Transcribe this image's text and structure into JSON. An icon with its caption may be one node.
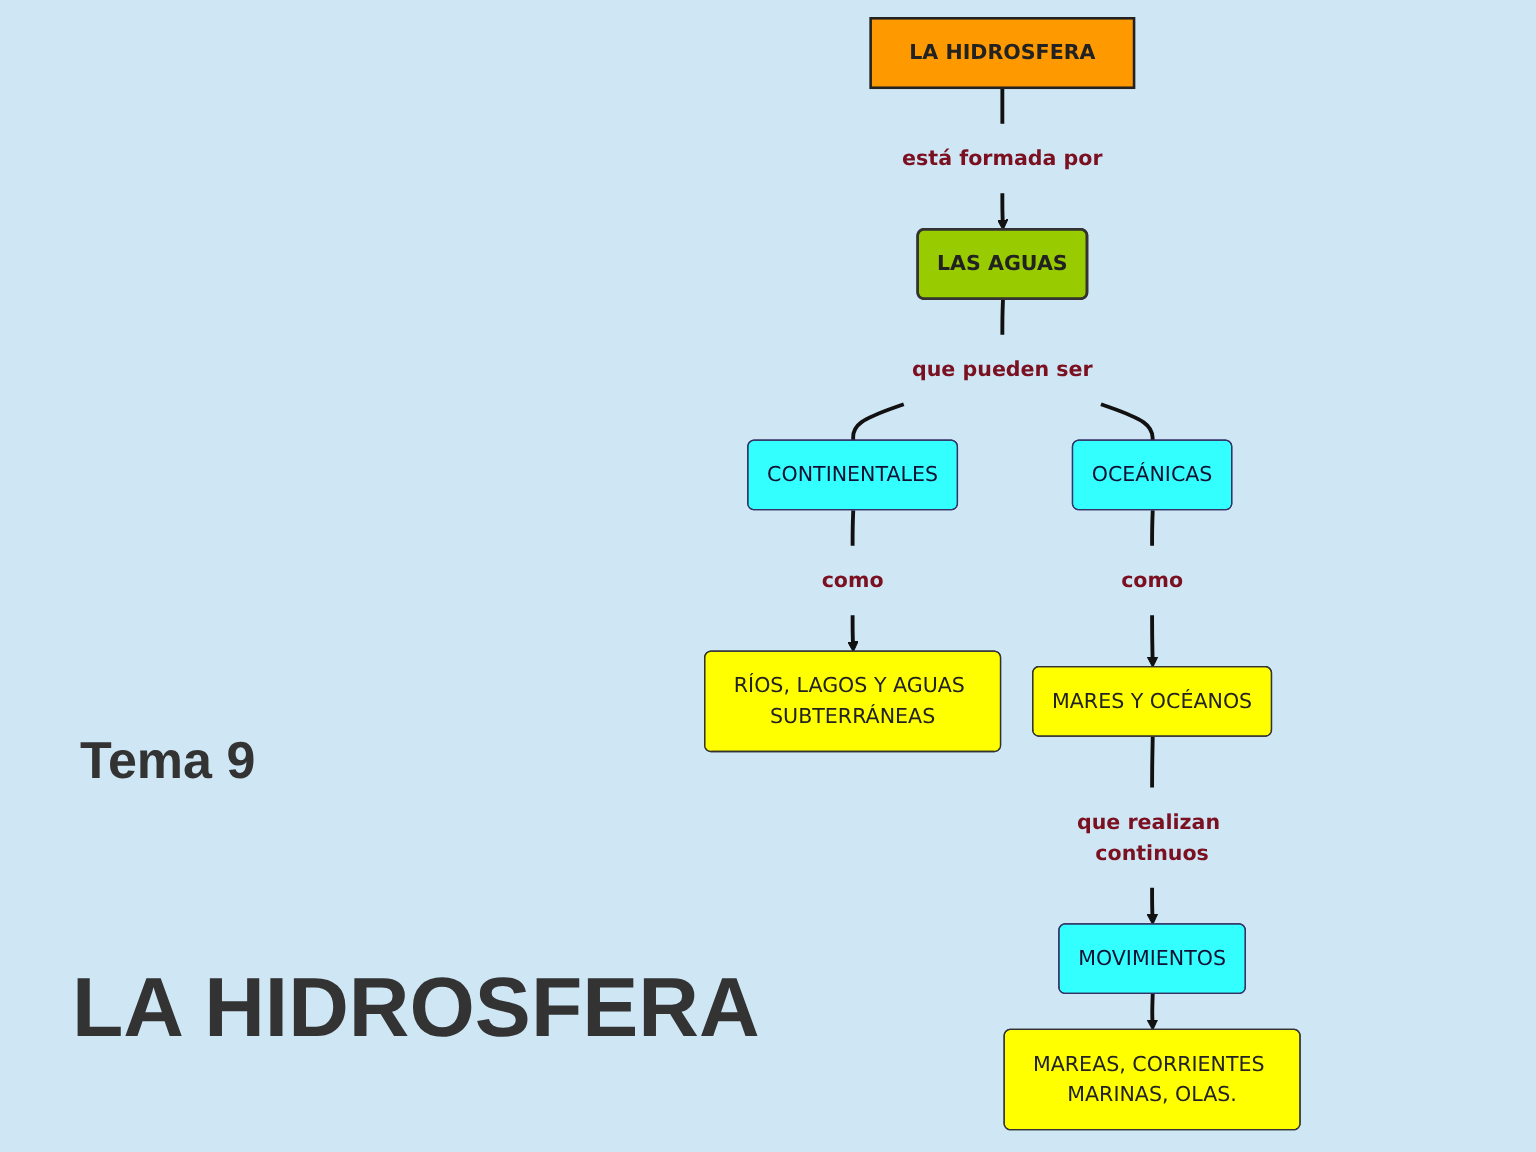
{
  "diagram": {
    "title": "LA HIDROSFERA",
    "nodes": [
      {
        "text": [
          "LA HIDROSFERA"
        ]
      },
      {
        "text": [
          "está formada por"
        ]
      },
      {
        "text": [
          "LAS AGUAS"
        ]
      },
      {
        "text": [
          "que pueden ser"
        ]
      },
      {
        "text": [
          "CONTINENTALES"
        ]
      },
      {
        "text": [
          "OCEÁNICAS"
        ]
      },
      {
        "text": [
          "como"
        ]
      },
      {
        "text": [
          "RÍOS, LAGOS Y AGUAS SUBTERRÁNEAS"
        ]
      },
      {
        "text": [
          "como"
        ]
      },
      {
        "text": [
          "MARES Y OCÉANOS"
        ]
      },
      {
        "text": [
          "que realizan continuos"
        ]
      },
      {
        "text": [
          "MOVIMIENTOS"
        ]
      },
      {
        "text": [
          "MAREAS, CORRIENTES MARINAS, OLAS."
        ]
      }
    ],
    "edges": [
      {
        "from": 0,
        "to": 1,
        "arrow": "none"
      },
      {
        "from": 1,
        "to": 2,
        "arrow": "to"
      },
      {
        "from": 2,
        "to": 3,
        "arrow": "none"
      },
      {
        "from": 3,
        "to": 4,
        "arrow": "none"
      },
      {
        "from": 3,
        "to": 5,
        "arrow": "none"
      },
      {
        "from": 4,
        "to": 6,
        "arrow": "none"
      },
      {
        "from": 6,
        "to": 7,
        "arrow": "to"
      },
      {
        "from": 5,
        "to": 8,
        "arrow": "none"
      },
      {
        "from": 8,
        "to": 9,
        "arrow": "to"
      },
      {
        "from": 9,
        "to": 10,
        "arrow": "none"
      },
      {
        "from": 10,
        "to": 11,
        "arrow": "to"
      },
      {
        "from": 11,
        "to": 12,
        "arrow": "to"
      }
    ],
    "labels": [
      "Tema 9"
    ]
  }
}
